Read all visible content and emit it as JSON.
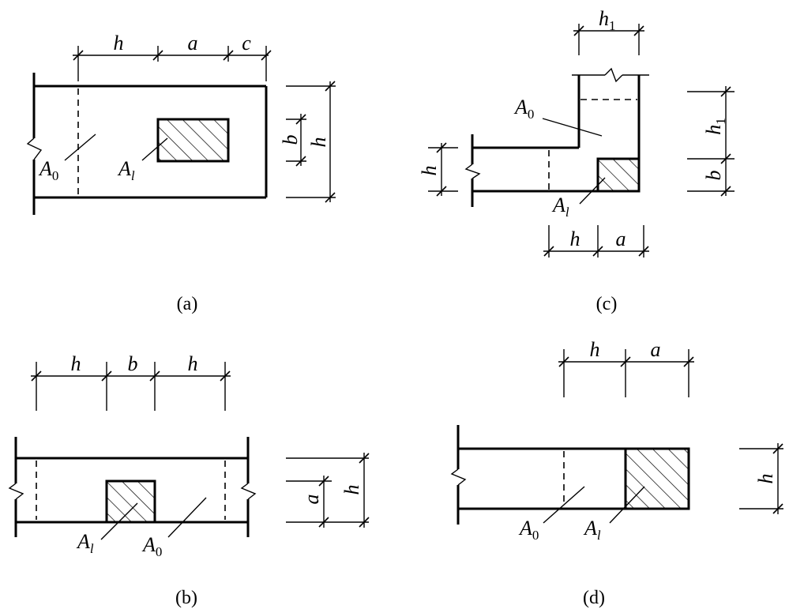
{
  "panels": {
    "a": {
      "caption": "(a)",
      "dim_top": [
        "h",
        "a",
        "c"
      ],
      "dim_right": [
        "b",
        "h"
      ],
      "area_base": "A",
      "area_labels": [
        {
          "base": "A",
          "sub": "0"
        },
        {
          "base": "A",
          "sub": "l"
        }
      ]
    },
    "b": {
      "caption": "(b)",
      "dim_top": [
        "h",
        "b",
        "h"
      ],
      "dim_right": [
        "a",
        "h"
      ],
      "area_labels": [
        {
          "base": "A",
          "sub": "l"
        },
        {
          "base": "A",
          "sub": "0"
        }
      ]
    },
    "c": {
      "caption": "(c)",
      "dim_top": {
        "base": "h",
        "sub": "1"
      },
      "dim_left": "h",
      "dim_right": [
        {
          "base": "h",
          "sub": "1"
        },
        {
          "base": "b",
          "sub": ""
        }
      ],
      "dim_bottom": [
        "h",
        "a"
      ],
      "area_labels": [
        {
          "base": "A",
          "sub": "0"
        },
        {
          "base": "A",
          "sub": "l"
        }
      ]
    },
    "d": {
      "caption": "(d)",
      "dim_top": [
        "h",
        "a"
      ],
      "dim_right": "h",
      "area_labels": [
        {
          "base": "A",
          "sub": "0"
        },
        {
          "base": "A",
          "sub": "l"
        }
      ]
    }
  }
}
